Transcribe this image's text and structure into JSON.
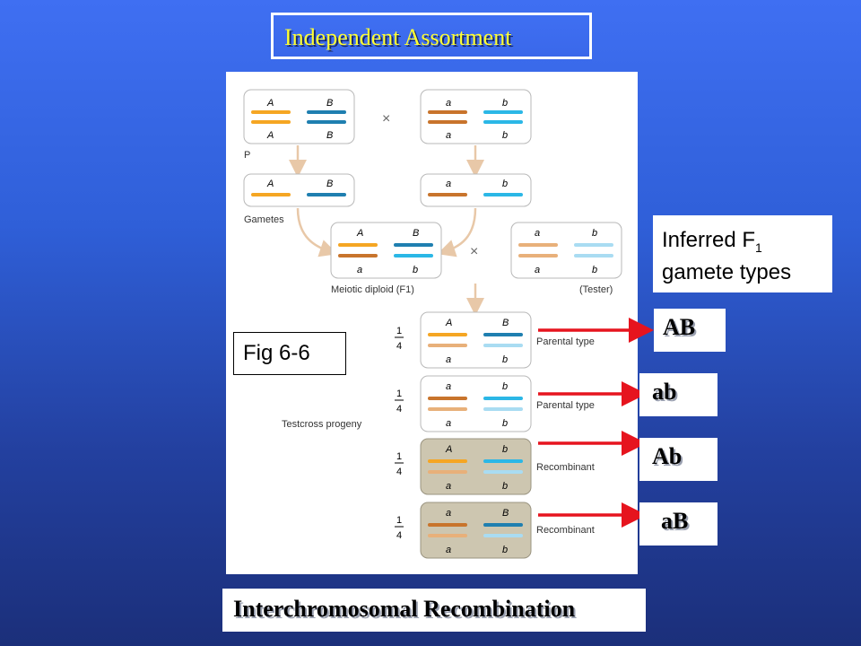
{
  "title": "Independent Assortment",
  "figure": {
    "parent1": {
      "top": [
        "A",
        "B"
      ],
      "bottom": [
        "A",
        "B"
      ]
    },
    "parent2": {
      "top": [
        "a",
        "b"
      ],
      "bottom": [
        "a",
        "b"
      ]
    },
    "cross_symbol": "×",
    "p_label": "P",
    "gamete1": [
      "A",
      "B"
    ],
    "gamete2": [
      "a",
      "b"
    ],
    "gametes_label": "Gametes",
    "f1": {
      "top": [
        "A",
        "B"
      ],
      "bottom": [
        "a",
        "b"
      ]
    },
    "tester": {
      "top": [
        "a",
        "b"
      ],
      "bottom": [
        "a",
        "b"
      ]
    },
    "f1_label": "Meiotic diploid (F1)",
    "tester_label": "(Tester)",
    "fraction_num": "1",
    "fraction_den": "4",
    "testcross_label": "Testcross progeny",
    "progeny": [
      {
        "top": [
          "A",
          "B"
        ],
        "bottom": [
          "a",
          "b"
        ],
        "type": "Parental type"
      },
      {
        "top": [
          "a",
          "b"
        ],
        "bottom": [
          "a",
          "b"
        ],
        "type": "Parental type"
      },
      {
        "top": [
          "A",
          "b"
        ],
        "bottom": [
          "a",
          "b"
        ],
        "type": "Recombinant"
      },
      {
        "top": [
          "a",
          "B"
        ],
        "bottom": [
          "a",
          "b"
        ],
        "type": "Recombinant"
      }
    ]
  },
  "inferred": {
    "line1": "Inferred F",
    "sub": "1",
    "line2": "gamete types"
  },
  "fig_label": "Fig 6-6",
  "gametes": [
    "AB",
    "ab",
    "Ab",
    "aB"
  ],
  "bottom_label": "Interchromosomal Recombination",
  "colors": {
    "A": "#f5a623",
    "a": "#c8742c",
    "a_light": "#e8b07a",
    "B": "#1f7fb0",
    "b": "#2bb7e6",
    "b_light": "#a9dcf2",
    "arrow": "#e6141e"
  }
}
